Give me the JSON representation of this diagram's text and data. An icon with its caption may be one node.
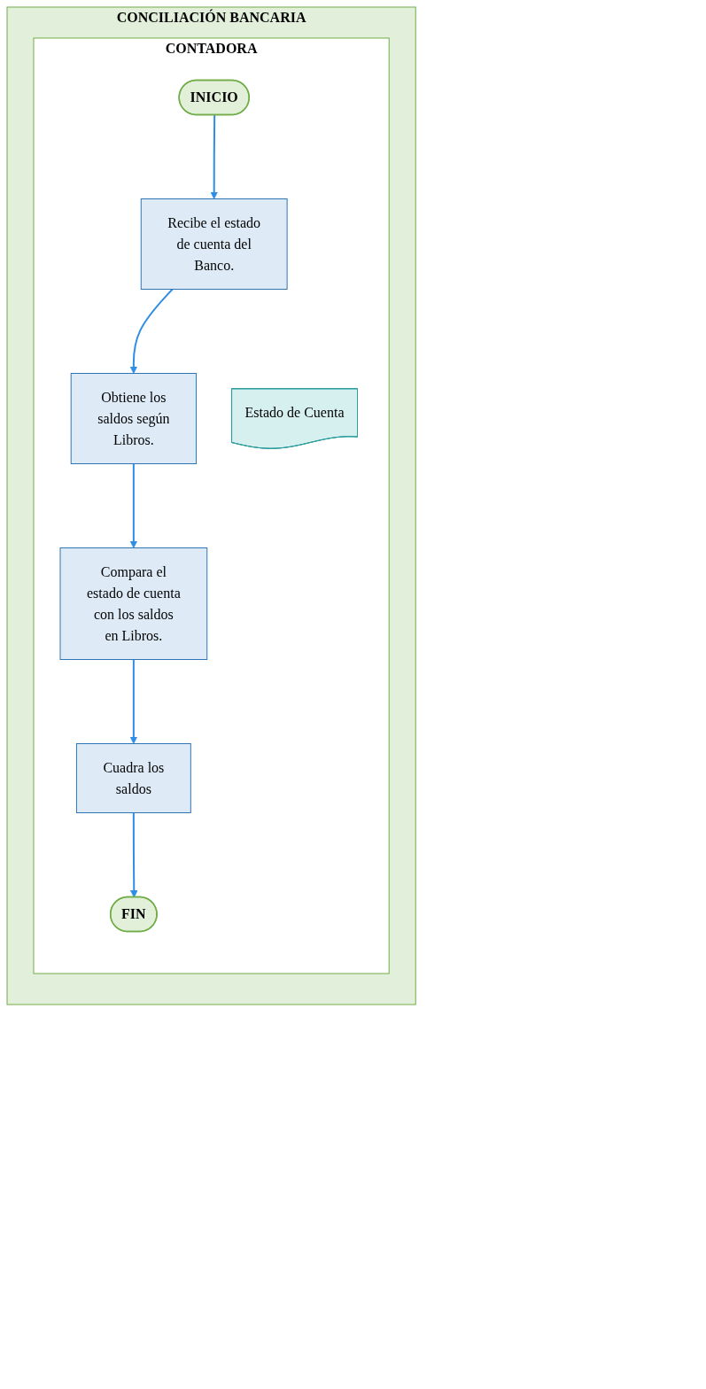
{
  "diagram": {
    "nodes": [
      {
        "text": [
          "CONCILIACIÓN BANCARIA"
        ]
      },
      {
        "text": [
          "CONTADORA"
        ],
        "in": 0
      },
      {
        "text": [
          "INICIO"
        ],
        "in": 1
      },
      {
        "text": [
          "Recibe el estado de cuenta del Banco."
        ],
        "in": 1
      },
      {
        "text": [
          "Estado de Cuenta"
        ],
        "in": 1
      },
      {
        "text": [
          "Obtiene los saldos según Libros."
        ],
        "in": 1
      },
      {
        "text": [
          "Compara el estado de cuenta con los saldos en Libros."
        ],
        "in": 1
      },
      {
        "text": [
          "Cuadra los saldos"
        ],
        "in": 1
      },
      {
        "text": [
          "FIN"
        ],
        "in": 1
      }
    ],
    "edges": [
      {
        "from": 2,
        "to": 3,
        "arrow": "to"
      },
      {
        "from": 3,
        "to": 5,
        "arrow": "to"
      },
      {
        "from": 5,
        "to": 6,
        "arrow": "to"
      },
      {
        "from": 6,
        "to": 7,
        "arrow": "to"
      },
      {
        "from": 7,
        "to": 8,
        "arrow": "to"
      }
    ]
  }
}
